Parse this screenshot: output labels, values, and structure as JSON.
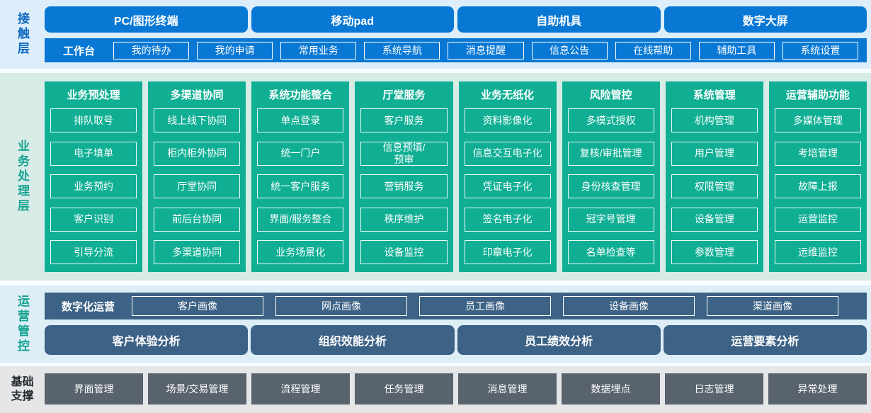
{
  "contact_layer": {
    "label": "接触层",
    "channels": [
      "PC/图形终端",
      "移动pad",
      "自助机具",
      "数字大屏"
    ],
    "workbench": {
      "label": "工作台",
      "items": [
        "我的待办",
        "我的申请",
        "常用业务",
        "系统导航",
        "消息提醒",
        "信息公告",
        "在线帮助",
        "辅助工具",
        "系统设置"
      ]
    }
  },
  "business_layer": {
    "label": "业务处理层",
    "columns": [
      {
        "title": "业务预处理",
        "items": [
          "排队取号",
          "电子填单",
          "业务预约",
          "客户识别",
          "引导分流"
        ]
      },
      {
        "title": "多渠道协同",
        "items": [
          "线上线下协同",
          "柜内柜外协同",
          "厅堂协同",
          "前后台协同",
          "多渠道协同"
        ]
      },
      {
        "title": "系统功能整合",
        "items": [
          "单点登录",
          "统一门户",
          "统一客户服务",
          "界面/服务整合",
          "业务场景化"
        ]
      },
      {
        "title": "厅堂服务",
        "items": [
          "客户服务",
          "信息预填/\n预审",
          "营销服务",
          "秩序维护",
          "设备监控"
        ]
      },
      {
        "title": "业务无纸化",
        "items": [
          "资料影像化",
          "信息交互电子化",
          "凭证电子化",
          "签名电子化",
          "印章电子化"
        ]
      },
      {
        "title": "风险管控",
        "items": [
          "多模式授权",
          "复核/审批管理",
          "身份核查管理",
          "冠字号管理",
          "名单检查等"
        ]
      },
      {
        "title": "系统管理",
        "items": [
          "机构管理",
          "用户管理",
          "权限管理",
          "设备管理",
          "参数管理"
        ]
      },
      {
        "title": "运营辅助功能",
        "items": [
          "多媒体管理",
          "考培管理",
          "故障上报",
          "运营监控",
          "运维监控"
        ]
      }
    ]
  },
  "operation_layer": {
    "label": "运营管控",
    "digital_operation": {
      "label": "数字化运营",
      "items": [
        "客户画像",
        "网点画像",
        "员工画像",
        "设备画像",
        "渠道画像"
      ]
    },
    "analysis_items": [
      "客户体验分析",
      "组织效能分析",
      "员工绩效分析",
      "运营要素分析"
    ]
  },
  "foundation_layer": {
    "label": "基础支撑",
    "items": [
      "界面管理",
      "场景/交易管理",
      "流程管理",
      "任务管理",
      "消息管理",
      "数据埋点",
      "日志管理",
      "异常处理"
    ]
  },
  "colors": {
    "primary_blue": "#0878d4",
    "teal_green": "#10af94",
    "navy_blue": "#3c6285",
    "slate_gray": "#59636d",
    "light_blue_bg": "#ddeefa",
    "light_green_bg": "#d8ece7",
    "light_blue_bg_2": "#ddeef7",
    "light_gray_bg": "#e4e6e8"
  }
}
